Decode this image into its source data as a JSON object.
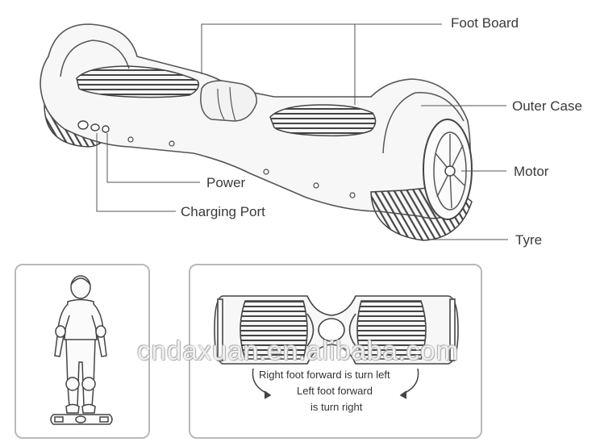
{
  "labels": {
    "foot_board": "Foot Board",
    "outer_case": "Outer Case",
    "motor": "Motor",
    "tyre": "Tyre",
    "power": "Power",
    "charging_port": "Charging Port"
  },
  "instructions": {
    "line1": "Right foot forward is turn left",
    "line2": "Left foot forward",
    "line3": "is turn right"
  },
  "watermark": "cndaxuan.en.alibaba.com",
  "colors": {
    "line": "#555555",
    "panel_border": "#b9b9b9",
    "body_fill": "#f7f7f7"
  }
}
